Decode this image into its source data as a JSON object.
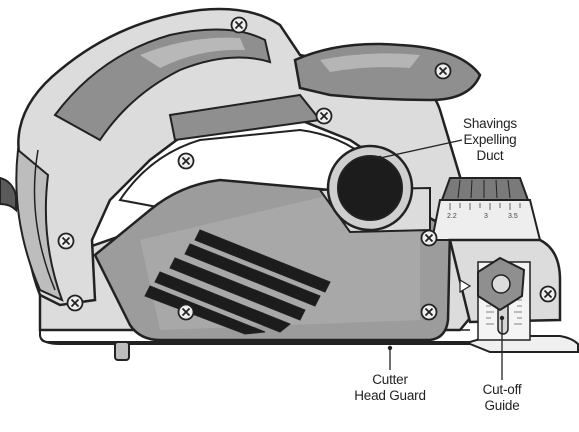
{
  "labels": {
    "shavings_line1": "Shavings",
    "shavings_line2": "Expelling",
    "shavings_line3": "Duct",
    "cutter_line1": "Cutter",
    "cutter_line2": "Head Guard",
    "cutoff_line1": "Cut-off",
    "cutoff_line2": "Guide"
  },
  "depth_dial": {
    "marks": [
      "2.2",
      "3",
      "3.5"
    ]
  },
  "colors": {
    "outline": "#222222",
    "body_light": "#dcdcdc",
    "body_mid": "#bdbdbd",
    "grip_dark": "#8f8f8f",
    "guard": "#9c9c9c",
    "base": "#efefef",
    "vent": "#1c1c1c"
  }
}
